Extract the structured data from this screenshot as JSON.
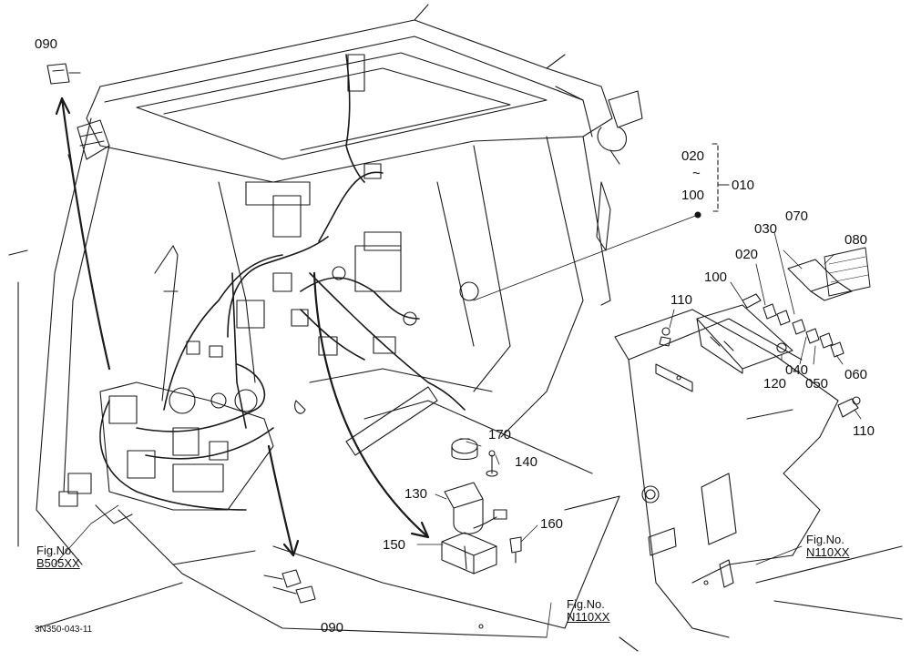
{
  "drawing_code": "3N350-043-11",
  "labels": {
    "p090_top": "090",
    "p090_bottom": "090",
    "p020_range_start": "020",
    "p_range_tilde": "~",
    "p100_range_end": "100",
    "p010": "010",
    "p070": "070",
    "p030": "030",
    "p080": "080",
    "p020": "020",
    "p100": "100",
    "p110_left": "110",
    "p110_right": "110",
    "p120": "120",
    "p040": "040",
    "p050": "050",
    "p060": "060",
    "p170": "170",
    "p140": "140",
    "p130": "130",
    "p160": "160",
    "p150": "150"
  },
  "refs": {
    "left": {
      "caption": "Fig.No.",
      "number": "B505XX"
    },
    "bottom": {
      "caption": "Fig.No.",
      "number": "N110XX"
    },
    "right": {
      "caption": "Fig.No.",
      "number": "N110XX"
    }
  }
}
